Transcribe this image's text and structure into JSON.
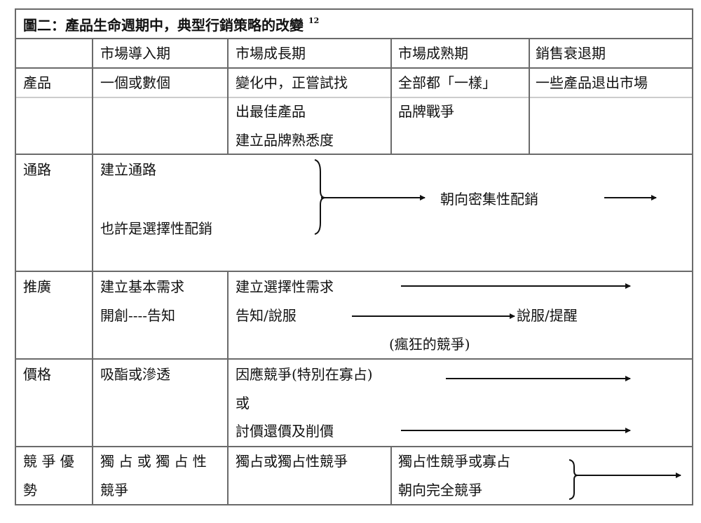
{
  "title": "圖二：產品生命週期中，典型行銷策略的改變",
  "title_footnote": "12",
  "headers": [
    "市場導入期",
    "市場成長期",
    "市場成熟期",
    "銷售衰退期"
  ],
  "rows": {
    "product": {
      "label": "產品",
      "intro": "一個或數個",
      "growth": [
        "變化中，正嘗試找",
        "出最佳產品",
        "建立品牌熟悉度"
      ],
      "maturity": [
        "全部都「一樣」",
        "品牌戰爭"
      ],
      "decline": "一些產品退出市場"
    },
    "channel": {
      "label": "通路",
      "lines": [
        "建立通路",
        "也許是選擇性配銷"
      ],
      "result": "朝向密集性配銷"
    },
    "promotion": {
      "label": "推廣",
      "intro": [
        "建立基本需求",
        "開創----告知"
      ],
      "growth": [
        "建立選擇性需求",
        "告知/說服"
      ],
      "target": "說服/提醒",
      "note": "(瘋狂的競爭)"
    },
    "price": {
      "label": "價格",
      "intro": "吸酯或滲透",
      "growth": [
        "因應競爭(特別在寡占)",
        "或",
        "討價還價及削價"
      ]
    },
    "competition": {
      "label": [
        "競 爭 優",
        "勢"
      ],
      "intro": [
        "獨 占 或 獨 占 性",
        "競爭"
      ],
      "growth": "獨占或獨占性競爭",
      "maturity": [
        "獨占性競爭或寡占",
        "朝向完全競爭"
      ]
    }
  }
}
